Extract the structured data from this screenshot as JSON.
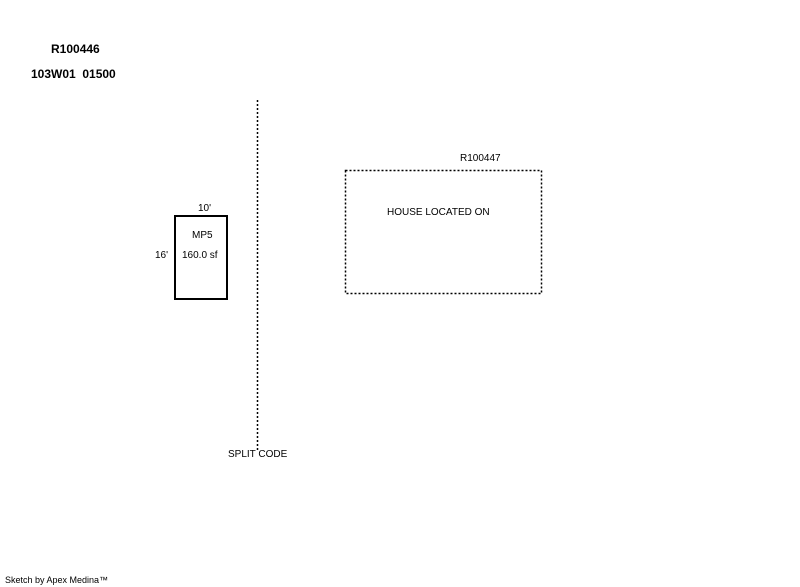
{
  "header": {
    "parcel_id": "R100446",
    "map_tax_lot": "103W01  01500"
  },
  "sketch": {
    "adjacent_parcel_label": "R100447",
    "adjacent_parcel_note": "HOUSE LOCATED ON",
    "split_line_label": "SPLIT CODE",
    "structure": {
      "code": "MP5",
      "area": "160.0 sf",
      "width_label": "10'",
      "depth_label": "16'"
    }
  },
  "footer": {
    "credit": "Sketch by Apex Medina™"
  }
}
